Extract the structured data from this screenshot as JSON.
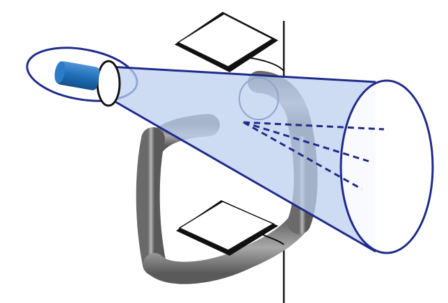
{
  "diagram": {
    "colors": {
      "outline": "#1f2a8c",
      "beam_fill": "#bcd0ee",
      "source_blue": "#1f6fb8",
      "frame_gray": "#8a8a8a",
      "frame_dark": "#4a4a4a",
      "plate_fill": "#ffffff",
      "plate_edge": "#111111"
    },
    "parts": [
      {
        "id": "source-rod",
        "icon": "cylinder-icon"
      },
      {
        "id": "lens",
        "icon": "ellipse-icon"
      },
      {
        "id": "beam-cone",
        "icon": "cone-icon"
      },
      {
        "id": "c-frame",
        "icon": "c-arm-icon"
      },
      {
        "id": "upper-plate",
        "icon": "plate-icon"
      },
      {
        "id": "lower-plate",
        "icon": "plate-icon"
      },
      {
        "id": "support-pole",
        "icon": "line-icon"
      },
      {
        "id": "scatter-lines",
        "icon": "dashed-lines-icon"
      }
    ]
  }
}
